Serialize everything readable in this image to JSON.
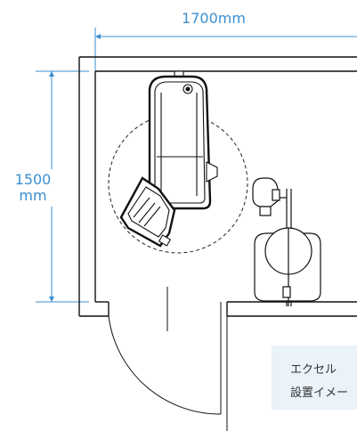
{
  "dimensions": {
    "width_label": "1700mm",
    "height_value": "1500",
    "height_unit": "mm"
  },
  "caption": {
    "line1": "エクセル",
    "line2": "設置イメー"
  },
  "colors": {
    "dimension": "#3a8fd0",
    "drawing": "#111111",
    "caption_bg": "#eaf2fa"
  }
}
